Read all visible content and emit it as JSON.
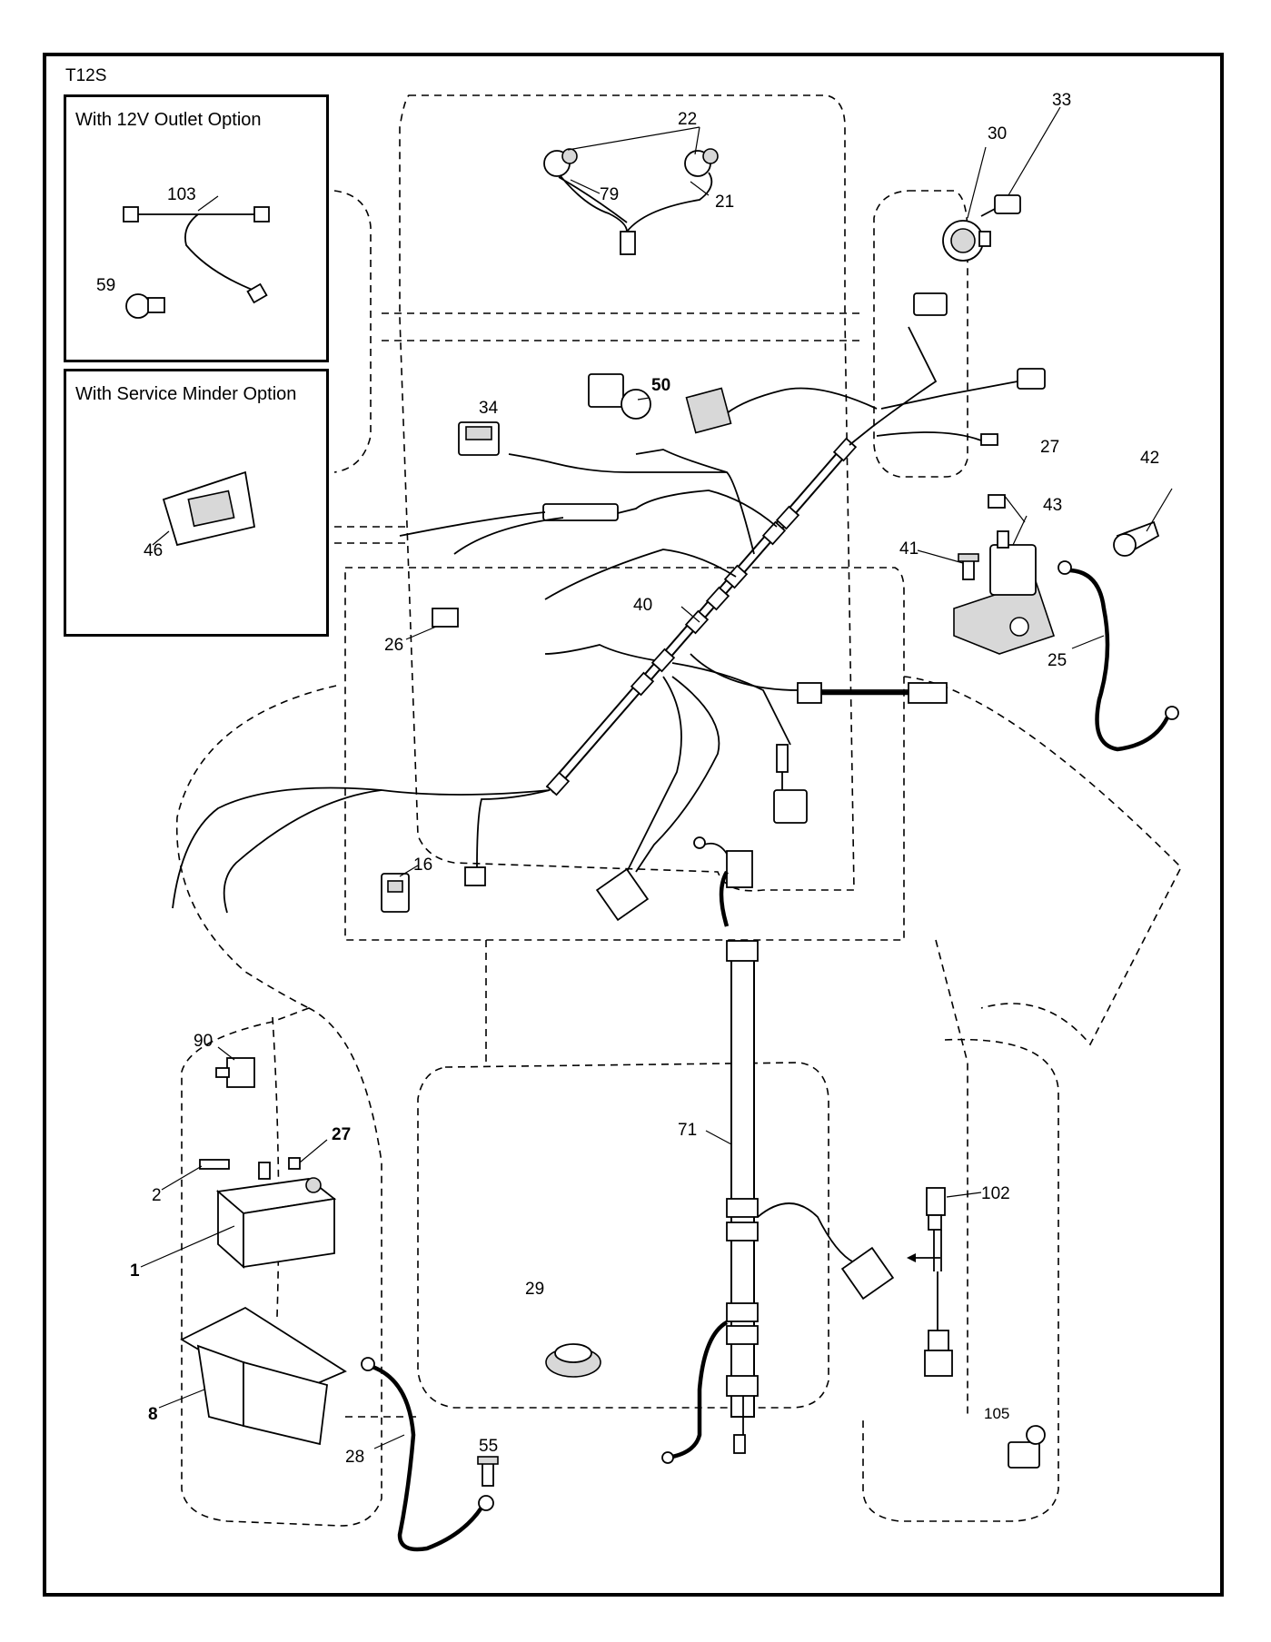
{
  "model_code": "T12S",
  "insets": {
    "outlet_option": {
      "title": "With 12V Outlet Option"
    },
    "service_minder_option": {
      "title": "With Service Minder Option"
    }
  },
  "callouts": {
    "c1": "1",
    "c2": "2",
    "c8": "8",
    "c16": "16",
    "c21": "21",
    "c22": "22",
    "c25": "25",
    "c26": "26",
    "c27a": "27",
    "c27b": "27",
    "c28": "28",
    "c29": "29",
    "c30": "30",
    "c33": "33",
    "c34": "34",
    "c40": "40",
    "c41": "41",
    "c42": "42",
    "c43": "43",
    "c46": "46",
    "c50": "50",
    "c55": "55",
    "c59": "59",
    "c71": "71",
    "c79": "79",
    "c90": "90",
    "c102": "102",
    "c103": "103",
    "c105": "105"
  }
}
